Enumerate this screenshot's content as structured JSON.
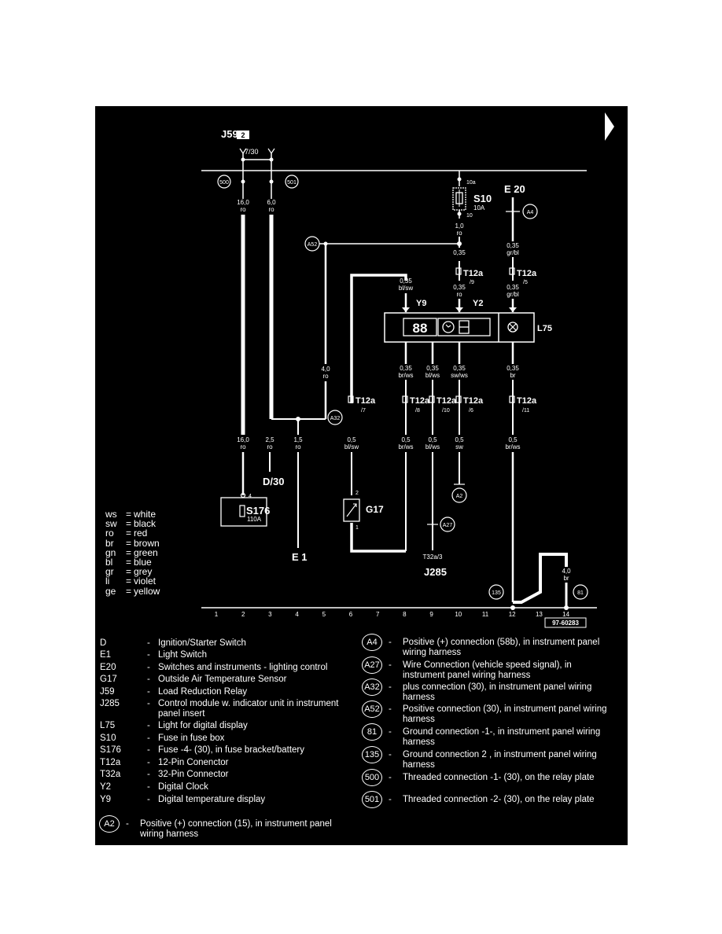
{
  "relay": {
    "name": "J59",
    "number": "2",
    "term": "7/30"
  },
  "connectors_top": {
    "c500": "500",
    "c501": "501"
  },
  "fuse_s10": {
    "name": "S10",
    "rating": "10A",
    "term_in": "10a",
    "term_out": "10"
  },
  "e20": {
    "name": "E 20"
  },
  "wires": {
    "w1_size": "16,0",
    "w1_color": "ro",
    "w2_size": "6,0",
    "w2_color": "ro",
    "w3_size": "1,0",
    "w3_color": "ro",
    "w4_size": "0,35",
    "w4_color": "ro",
    "w5_size": "0,35",
    "w5_color": "ro",
    "w6_size": "0,35",
    "w6_color": "gr/bl",
    "w7_size": "0,35",
    "w7_color": "gr/bl",
    "w8_size": "0,35",
    "w8_color": "bl/sw",
    "w9_size": "4,0",
    "w9_color": "ro",
    "w10_size": "0,35",
    "w10_color": "br/ws",
    "w11_size": "0,35",
    "w11_color": "bl/ws",
    "w12_size": "0,35",
    "w12_color": "sw/ws",
    "w13_size": "0,35",
    "w13_color": "br",
    "w14_size": "16,0",
    "w14_color": "ro",
    "w15_size": "2,5",
    "w15_color": "ro",
    "w16_size": "1,5",
    "w16_color": "ro",
    "w17_size": "0,5",
    "w17_color": "bl/sw",
    "w18_size": "0,5",
    "w18_color": "br/ws",
    "w19_size": "0,5",
    "w19_color": "bl/ws",
    "w20_size": "0,5",
    "w20_color": "sw",
    "w21_size": "0,5",
    "w21_color": "br/ws",
    "w22_size": "4,0",
    "w22_color": "br"
  },
  "connectors": {
    "a52": "A52",
    "a4": "A4",
    "a32": "A32",
    "a2": "A2",
    "a27": "A27",
    "c135": "135",
    "c81": "81",
    "t9_name": "T12a",
    "t9_pin": "/9",
    "t5_name": "T12a",
    "t5_pin": "/5",
    "t7_name": "T12a",
    "t7_pin": "/7",
    "t8_name": "T12a",
    "t8_pin": "/8",
    "t10_name": "T12a",
    "t10_pin": "/10",
    "t6_name": "T12a",
    "t6_pin": "/6",
    "t11_name": "T12a",
    "t11_pin": "/11",
    "t32": "T32a/3"
  },
  "components": {
    "y9": "Y9",
    "y2": "Y2",
    "l75": "L75",
    "d30": "D/30",
    "e1": "E 1",
    "g17": "G17",
    "g17_pin2": "2",
    "g17_pin1": "1",
    "s176": "S176",
    "s176_rating": "110A",
    "s176_pin": "4",
    "j285": "J285",
    "display_digits": "88"
  },
  "ground_numbers": [
    "1",
    "2",
    "3",
    "4",
    "5",
    "6",
    "7",
    "8",
    "9",
    "10",
    "11",
    "12",
    "13",
    "14"
  ],
  "ref_code": "97-60283",
  "color_legend": [
    {
      "code": "ws",
      "name": "white"
    },
    {
      "code": "sw",
      "name": "black"
    },
    {
      "code": "ro",
      "name": "red"
    },
    {
      "code": "br",
      "name": "brown"
    },
    {
      "code": "gn",
      "name": "green"
    },
    {
      "code": "bl",
      "name": "blue"
    },
    {
      "code": "gr",
      "name": "grey"
    },
    {
      "code": "li",
      "name": "violet"
    },
    {
      "code": "ge",
      "name": "yellow"
    }
  ],
  "component_key": [
    {
      "code": "D",
      "desc": "Ignition/Starter Switch"
    },
    {
      "code": "E1",
      "desc": "Light Switch"
    },
    {
      "code": "E20",
      "desc": "Switches and instruments - lighting control"
    },
    {
      "code": "G17",
      "desc": "Outside Air Temperature Sensor"
    },
    {
      "code": "J59",
      "desc": "Load Reduction Relay"
    },
    {
      "code": "J285",
      "desc": "Control module w. indicator unit in instrument panel insert"
    },
    {
      "code": "L75",
      "desc": "Light for digital display"
    },
    {
      "code": "S10",
      "desc": "Fuse in fuse box"
    },
    {
      "code": "S176",
      "desc": "Fuse -4- (30), in fuse bracket/battery"
    },
    {
      "code": "T12a",
      "desc": "12-Pin Conenctor"
    },
    {
      "code": "T32a",
      "desc": "32-Pin Connector"
    },
    {
      "code": "Y2",
      "desc": "Digital Clock"
    },
    {
      "code": "Y9",
      "desc": "Digital temperature display"
    }
  ],
  "a2_key": {
    "code": "A2",
    "desc": "Positive (+) connection (15), in instrument panel wiring harness"
  },
  "connection_key": [
    {
      "code": "A4",
      "desc": "Positive (+) connection (58b), in instrument panel wiring harness"
    },
    {
      "code": "A27",
      "desc": "Wire Connection (vehicle speed signal), in instrument panel wiring harness"
    },
    {
      "code": "A32",
      "desc": "plus connection (30), in instrument panel wiring harness"
    },
    {
      "code": "A52",
      "desc": "Positive connection (30), in instrument panel wiring harness"
    },
    {
      "code": "81",
      "desc": "Ground connection -1-, in instrument panel wiring harness"
    },
    {
      "code": "135",
      "desc": "Ground connection 2 , in instrument panel wiring harness"
    },
    {
      "code": "500",
      "desc": "Threaded connection -1- (30), on the relay plate"
    },
    {
      "code": "501",
      "desc": "Threaded connection -2- (30), on the relay plate"
    }
  ]
}
